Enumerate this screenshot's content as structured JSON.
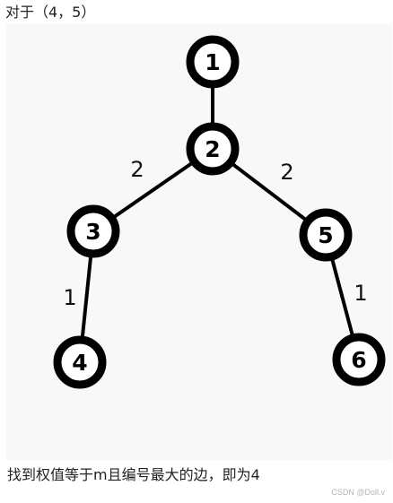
{
  "caption_top": "对于（4，5）",
  "caption_bottom": "找到权值等于m且编号最大的边，即为4",
  "watermark": "CSDN @Doll.v",
  "tree": {
    "nodes": [
      {
        "id": "1",
        "label": "1"
      },
      {
        "id": "2",
        "label": "2"
      },
      {
        "id": "3",
        "label": "3"
      },
      {
        "id": "4",
        "label": "4"
      },
      {
        "id": "5",
        "label": "5"
      },
      {
        "id": "6",
        "label": "6"
      }
    ],
    "edges": [
      {
        "from": "1",
        "to": "2",
        "weight": ""
      },
      {
        "from": "2",
        "to": "3",
        "weight": "2"
      },
      {
        "from": "2",
        "to": "5",
        "weight": "2"
      },
      {
        "from": "3",
        "to": "4",
        "weight": "1"
      },
      {
        "from": "5",
        "to": "6",
        "weight": "1"
      }
    ]
  },
  "colors": {
    "node_stroke": "#000000",
    "node_fill": "#ffffff",
    "edge": "#000000",
    "figure_background": "#f8f8f8"
  }
}
